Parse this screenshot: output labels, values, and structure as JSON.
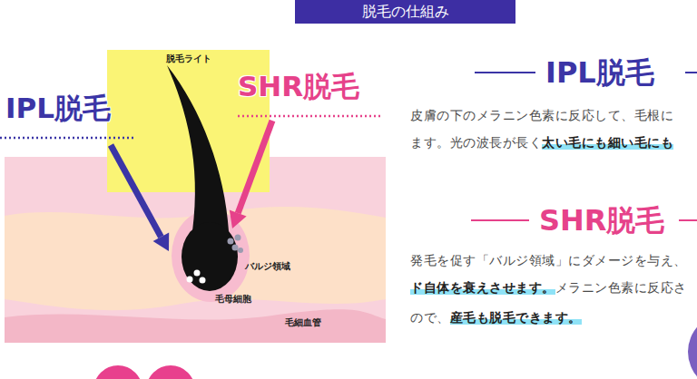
{
  "diagram": {
    "title": "脱毛の仕組み",
    "nodes": [
      {
        "text": [
          "脱毛ライト"
        ]
      }
    ],
    "labels": [
      "IPL脱毛",
      "SHR脱毛",
      "バルジ領域",
      "毛母細胞",
      "毛細血管",
      "IPL脱毛",
      "皮膚の下のメラニン色素に反応して、毛根に",
      "ます。光の波長が長く",
      "太い毛にも細い毛にも",
      "SHR脱毛",
      "発毛を促す「バルジ領域」にダメージを与え、",
      "ド自体を衰えさせます。",
      "メラニン色素に反応さ",
      "ので、",
      "産毛も脱毛できます。"
    ]
  }
}
